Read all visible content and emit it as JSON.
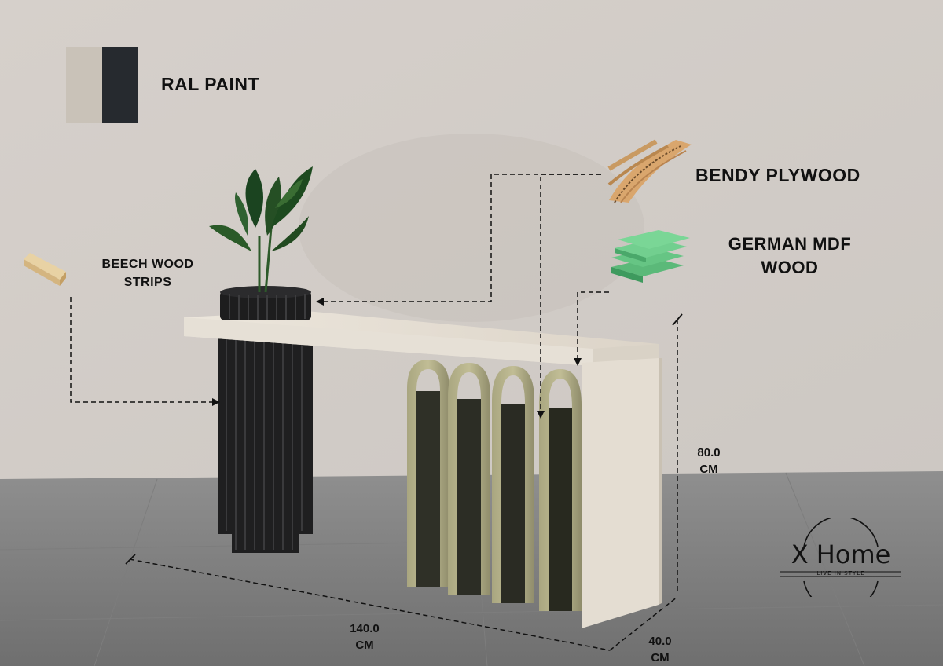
{
  "paint": {
    "label": "RAL PAINT",
    "colors": [
      "#c9c2b8",
      "#262a2f"
    ]
  },
  "materials": {
    "bendy_plywood": "BENDY PLYWOOD",
    "german_mdf_line1": "GERMAN MDF",
    "german_mdf_line2": "WOOD",
    "beech_line1": "BEECH WOOD",
    "beech_line2": "STRIPS"
  },
  "dimensions": {
    "width_value": "140.0",
    "width_unit": "CM",
    "depth_value": "40.0",
    "depth_unit": "CM",
    "height_value": "80.0",
    "height_unit": "CM"
  },
  "brand": {
    "name": "X Home",
    "tagline": "LIVE IN STYLE"
  }
}
